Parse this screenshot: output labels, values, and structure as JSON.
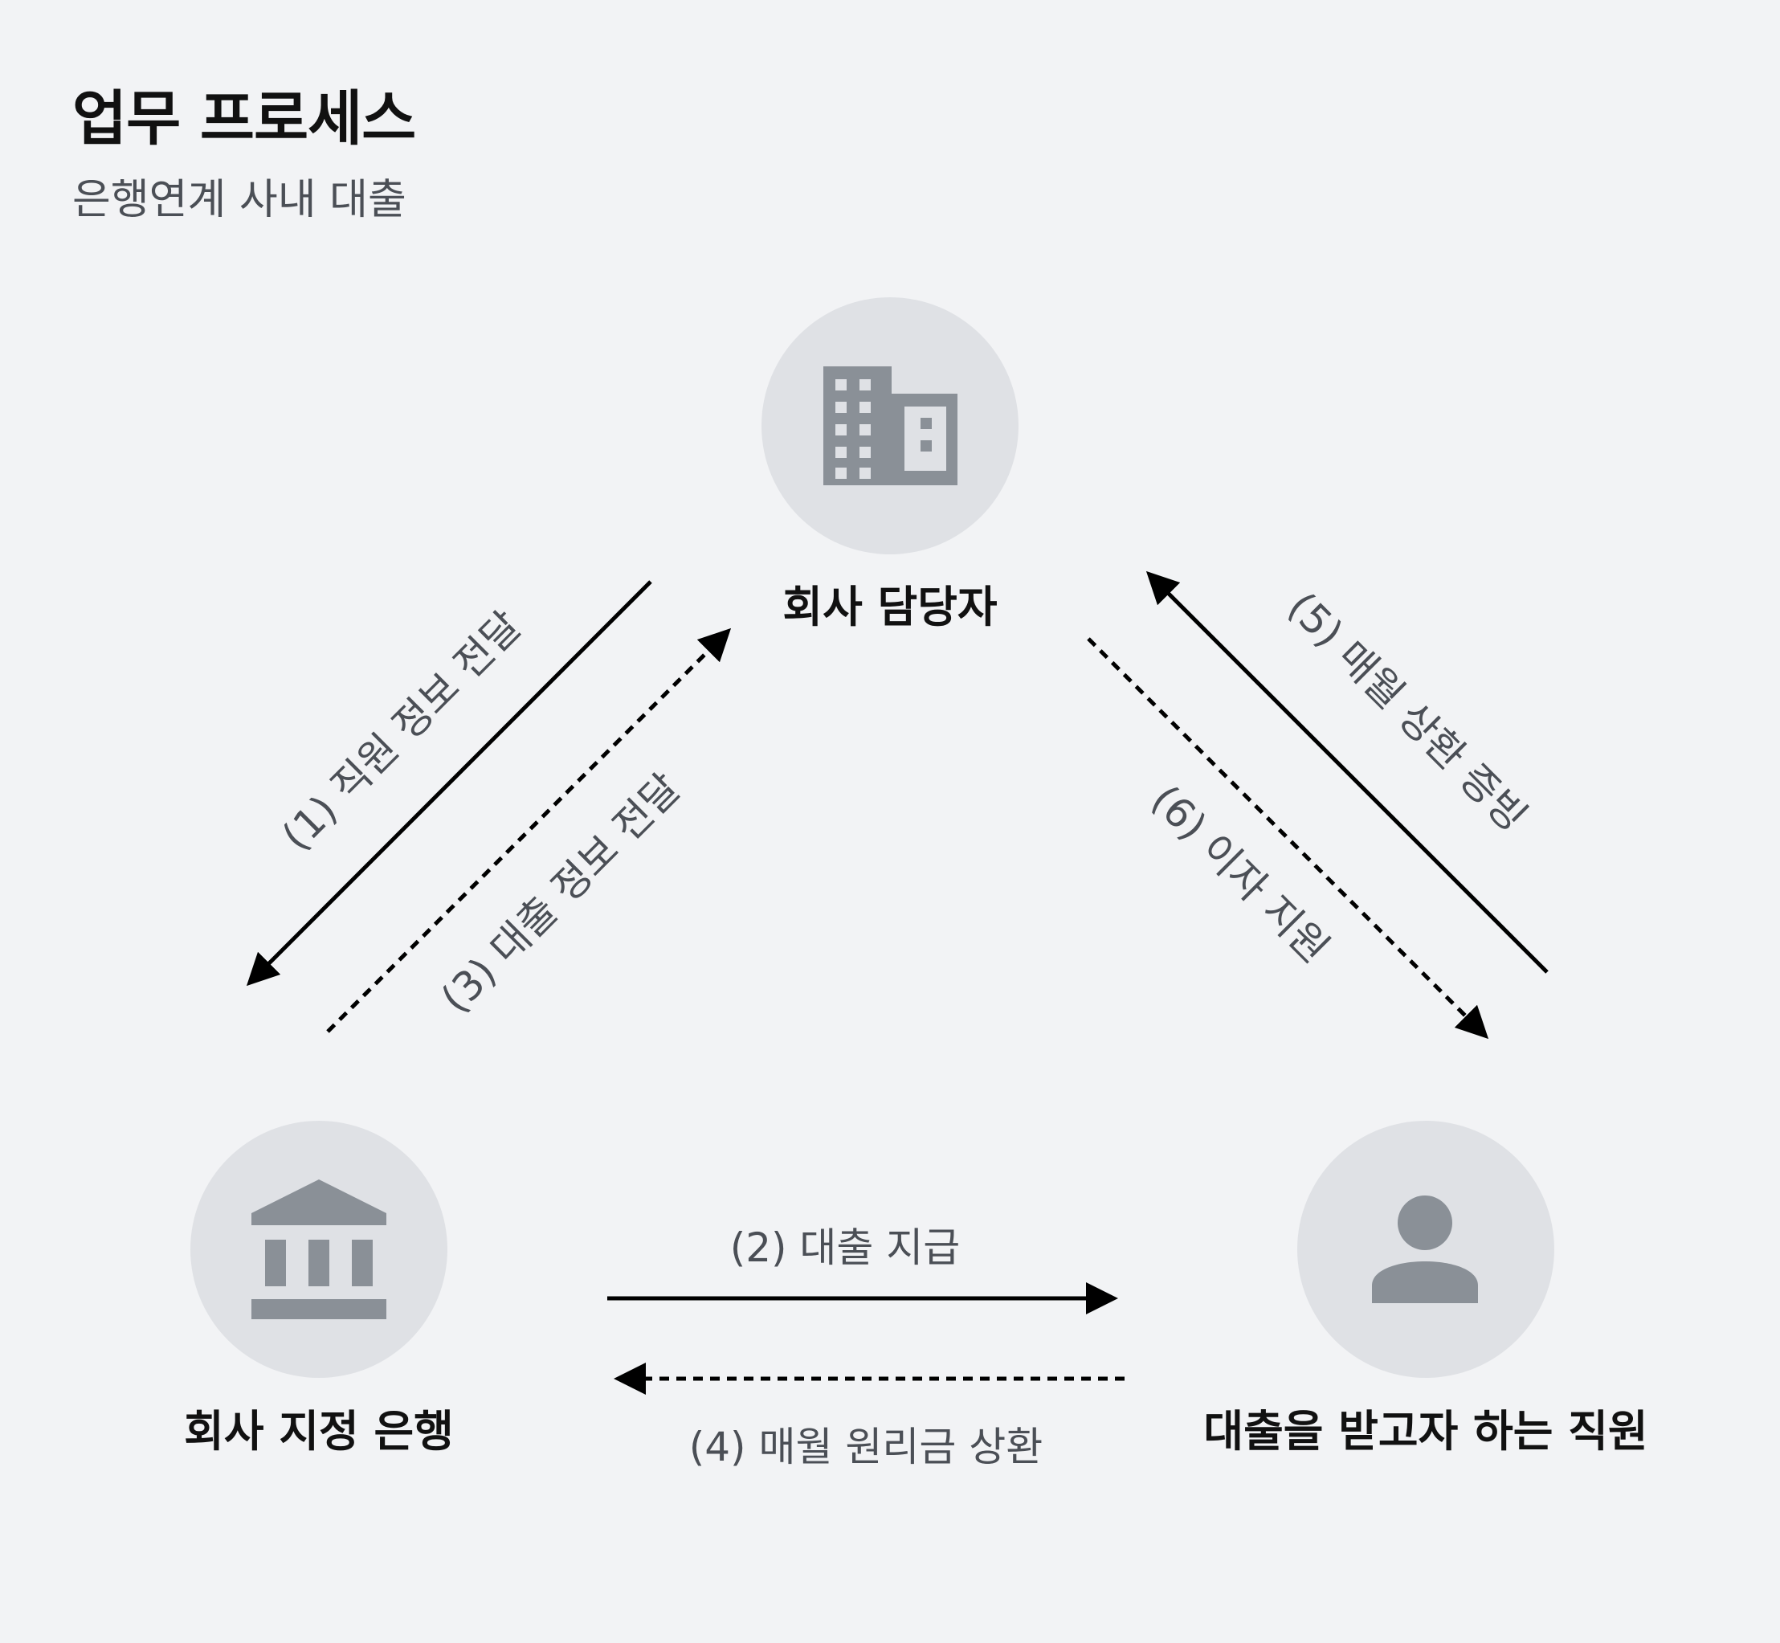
{
  "header": {
    "title": "업무 프로세스",
    "subtitle": "은행연계 사내 대출"
  },
  "colors": {
    "background": "#f2f3f5",
    "node_circle": "#dfe1e5",
    "icon": "#8a9097",
    "icon_light": "#dfe1e5",
    "arrow": "#000000",
    "label_text": "#4b4f56",
    "node_text": "#111111"
  },
  "nodes": {
    "company": {
      "label": "회사 담당자",
      "icon": "building-icon"
    },
    "bank": {
      "label": "회사 지정 은행",
      "icon": "bank-icon"
    },
    "employee": {
      "label": "대출을 받고자 하는 직원",
      "icon": "person-icon"
    }
  },
  "edges": {
    "step1": {
      "label": "(1) 직원 정보 전달",
      "style": "solid",
      "from": "company",
      "to": "bank"
    },
    "step2": {
      "label": "(2) 대출 지급",
      "style": "solid",
      "from": "bank",
      "to": "employee"
    },
    "step3": {
      "label": "(3) 대출 정보 전달",
      "style": "dashed",
      "from": "bank",
      "to": "company"
    },
    "step4": {
      "label": "(4) 매월 원리금 상환",
      "style": "dashed",
      "from": "employee",
      "to": "bank"
    },
    "step5": {
      "label": "(5) 매월 상환 증빙",
      "style": "solid",
      "from": "employee",
      "to": "company"
    },
    "step6": {
      "label": "(6) 이자 지원",
      "style": "dashed",
      "from": "company",
      "to": "employee"
    }
  }
}
